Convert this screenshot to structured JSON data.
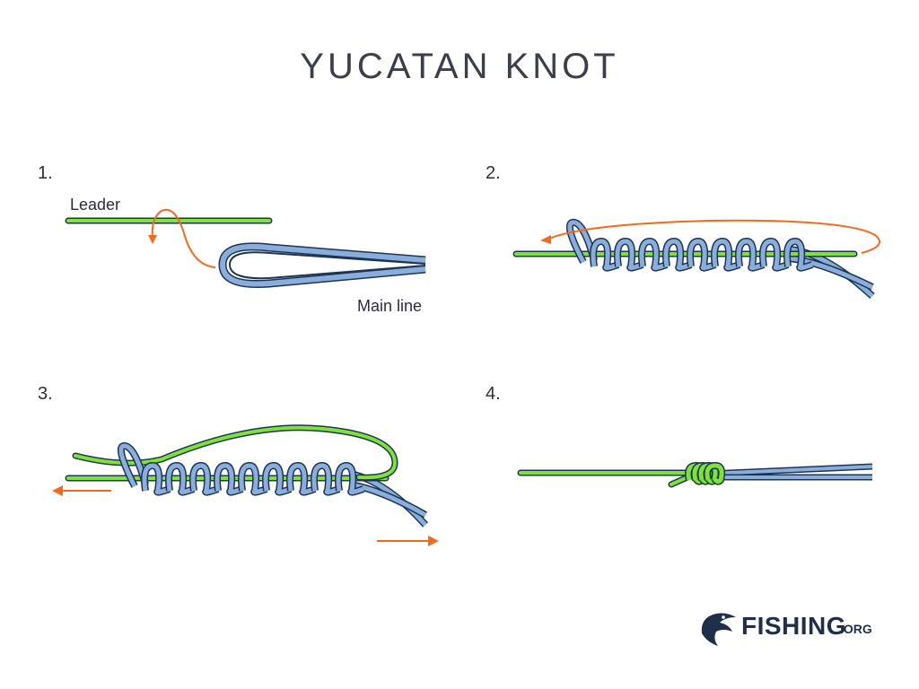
{
  "title": "YUCATAN KNOT",
  "steps": [
    {
      "number": "1.",
      "labels": {
        "leader": "Leader",
        "main_line": "Main line"
      }
    },
    {
      "number": "2."
    },
    {
      "number": "3."
    },
    {
      "number": "4."
    }
  ],
  "logo": {
    "name": "FISHING",
    "suffix": ".ORG"
  },
  "colors": {
    "leader": "#7ee23a",
    "main_line": "#8aaedc",
    "outline": "#1f3452",
    "arrow": "#f26b1d",
    "text": "#2c2f36"
  },
  "icons": [
    "fish-icon",
    "arrow-icon"
  ]
}
